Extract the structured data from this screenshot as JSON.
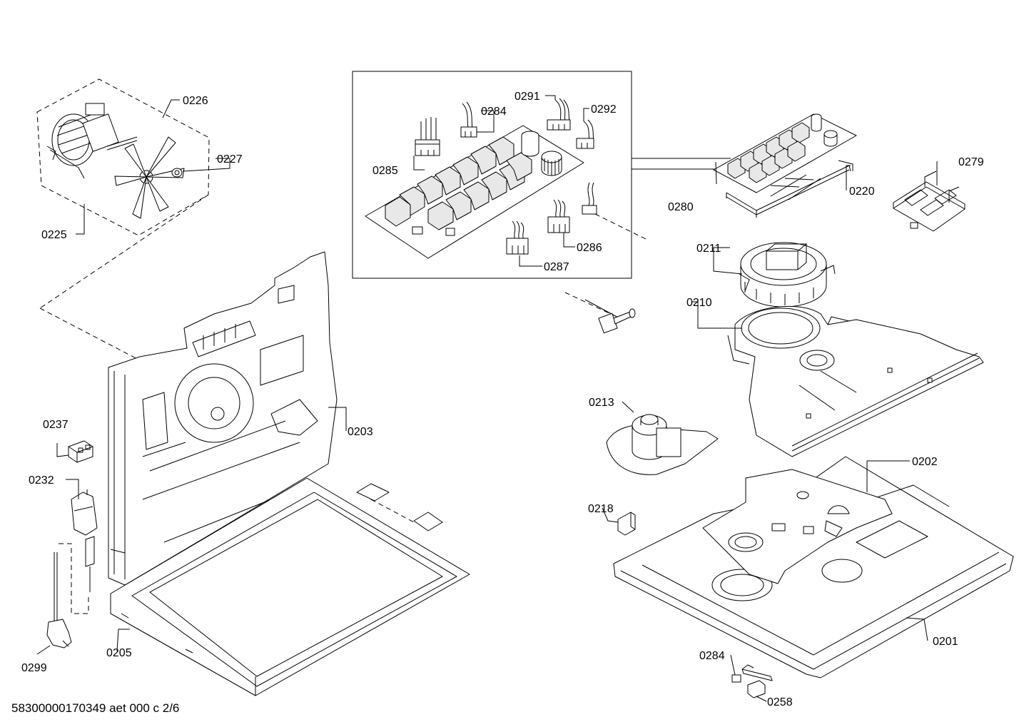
{
  "document_number": "58300000170349 aet 000 c 2/6",
  "parts": {
    "p0201": "0201",
    "p0202": "0202",
    "p0203": "0203",
    "p0205": "0205",
    "p0210": "0210",
    "p0211": "0211",
    "p0213": "0213",
    "p0218": "0218",
    "p0220": "0220",
    "p0225": "0225",
    "p0226": "0226",
    "p0227": "0227",
    "p0232": "0232",
    "p0237": "0237",
    "p0258": "0258",
    "p0279": "0279",
    "p0280": "0280",
    "p0284a": "0284",
    "p0284b": "0284",
    "p0285": "0285",
    "p0286": "0286",
    "p0287": "0287",
    "p0291": "0291",
    "p0292": "0292",
    "p0299": "0299"
  }
}
